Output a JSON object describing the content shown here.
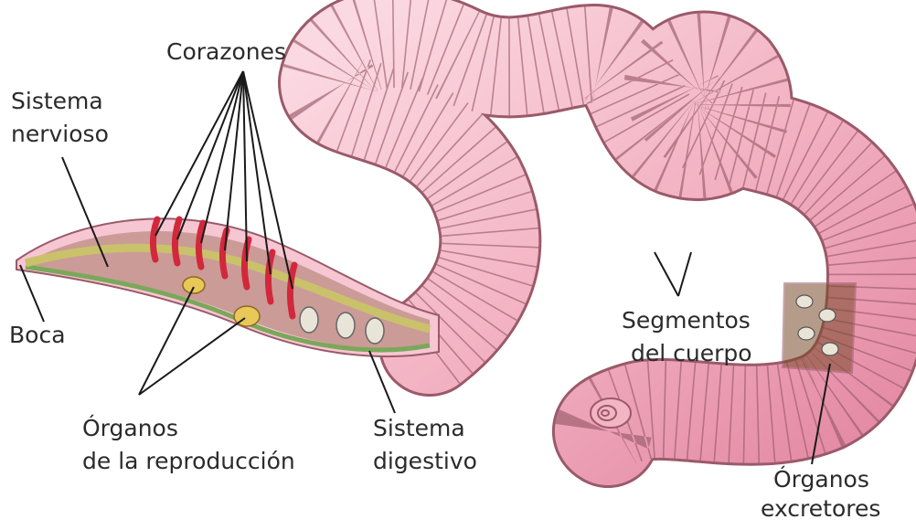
{
  "labels": {
    "corazones": "Corazones",
    "sistema_nervioso_1": "Sistema",
    "sistema_nervioso_2": "nervioso",
    "boca": "Boca",
    "organos_repro_1": "Órganos",
    "organos_repro_2": "de la reproducción",
    "sistema_digestivo_1": "Sistema",
    "sistema_digestivo_2": "digestivo",
    "segmentos_1": "Segmentos",
    "segmentos_2": "del cuerpo",
    "organos_excr_1": "Órganos",
    "organos_excr_2": "excretores"
  },
  "colors": {
    "skin": "#f3b4c4",
    "skin_dark": "#e48aa4",
    "skin_light": "#fbd9e2",
    "segment_line": "#9a5a6a",
    "heart": "#d2283c",
    "gut": "#c9c26a",
    "nerve": "#7aa85a",
    "repro": "#e7c858",
    "cavity": "#7a4a2a",
    "text": "#2b2b2b"
  }
}
